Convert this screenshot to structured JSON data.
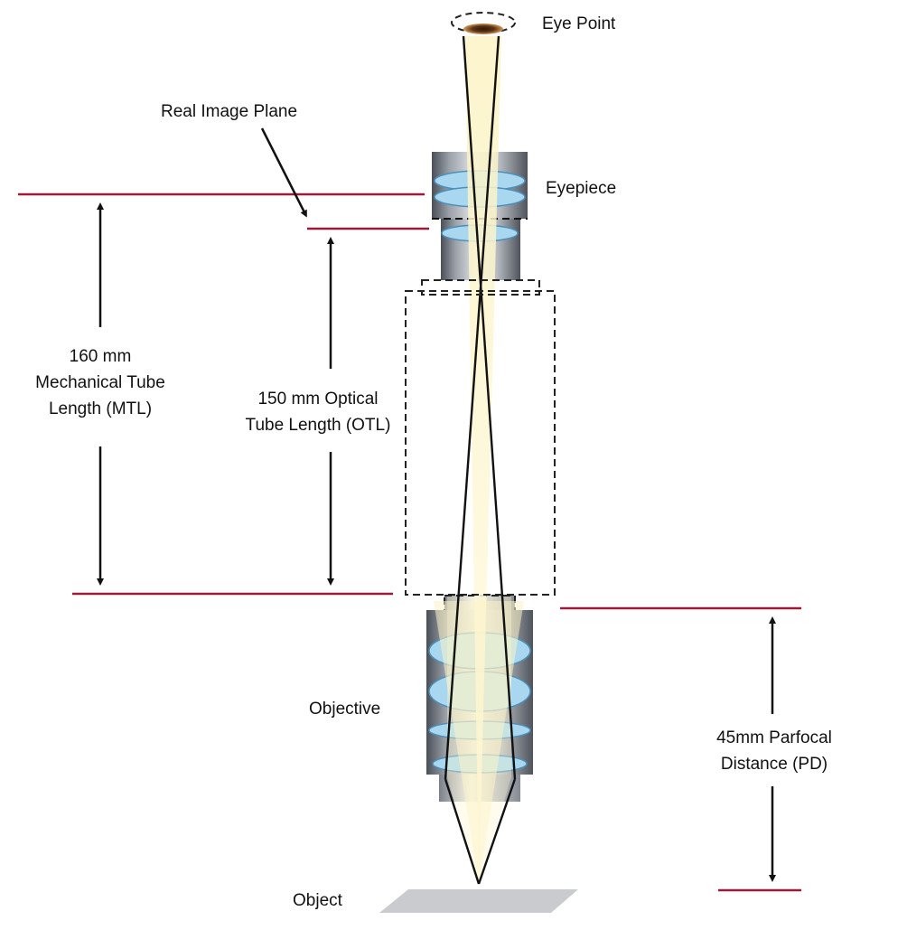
{
  "labels": {
    "eye_point": "Eye Point",
    "real_image_plane": "Real Image Plane",
    "eyepiece": "Eyepiece",
    "mtl_line1": "160 mm",
    "mtl_line2": "Mechanical Tube",
    "mtl_line3": "Length (MTL)",
    "otl_line1": "150 mm Optical",
    "otl_line2": "Tube Length (OTL)",
    "objective": "Objective",
    "pd_line1": "45mm Parfocal",
    "pd_line2": "Distance (PD)",
    "object": "Object"
  },
  "colors": {
    "reference_line": "#9b1c3a",
    "light_cone": "#fbf3c4",
    "lens_glass": "#a9d7ef",
    "barrel_metal": "#8a8f97",
    "arrow": "#111111"
  },
  "icons": {
    "eye": "eye-icon"
  }
}
